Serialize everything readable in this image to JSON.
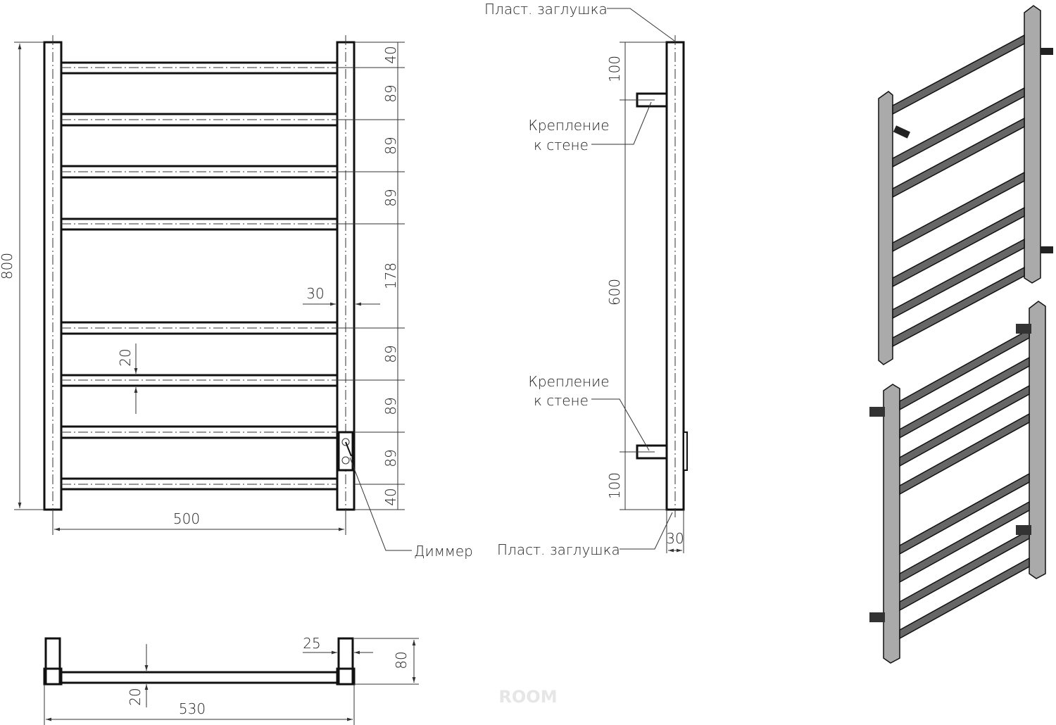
{
  "front_view": {
    "dims_right": [
      "40",
      "89",
      "89",
      "89",
      "178",
      "89",
      "89",
      "89",
      "40"
    ],
    "overall_height": "800",
    "width": "500",
    "rail_gap": "30",
    "bar_height": "20",
    "dimmer_label": "Диммер"
  },
  "side_view": {
    "cap_top": "Пласт. заглушка",
    "cap_bottom": "Пласт. заглушка",
    "mount_top": [
      "Крепление",
      "к стене"
    ],
    "mount_bottom": [
      "Крепление",
      "к стене"
    ],
    "dim_top": "100",
    "dim_middle": "600",
    "dim_bottom": "100",
    "depth": "30"
  },
  "bottom_view": {
    "post_width": "25",
    "depth": "80",
    "bar": "20",
    "overall_width": "530"
  },
  "watermark": "ROOM"
}
